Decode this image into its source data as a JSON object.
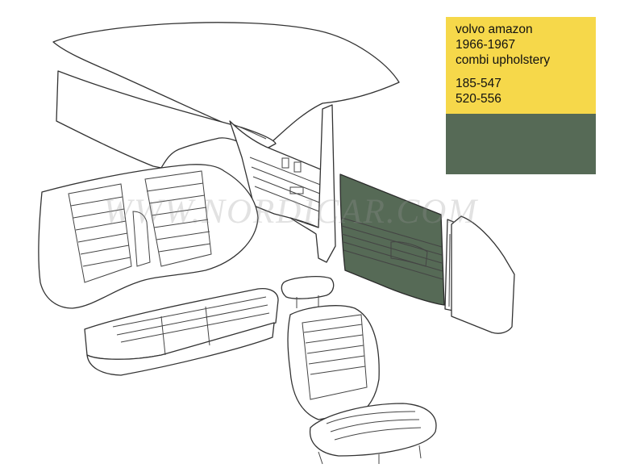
{
  "info_card": {
    "model": "volvo amazon",
    "years": "1966-1967",
    "description": "combi upholstery",
    "part_numbers": [
      "185-547",
      "520-556"
    ],
    "label_bg": "#f6d84a",
    "swatch_color": "#566a56"
  },
  "watermark": "WWW.NORDICAR.COM",
  "highlight_color": "#566a56"
}
